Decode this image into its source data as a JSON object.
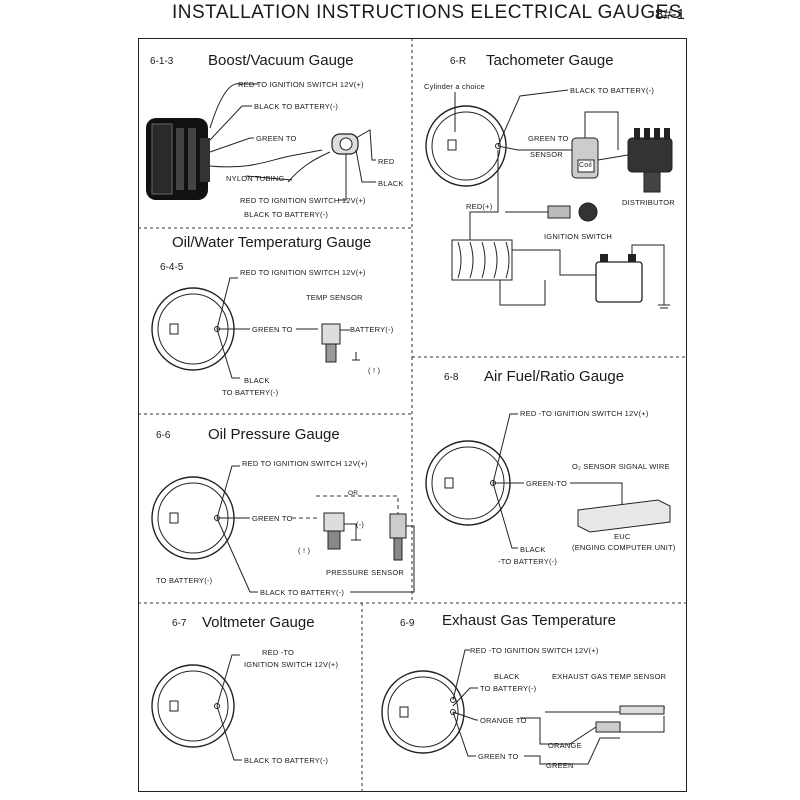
{
  "header": {
    "title": "INSTALLATION INSTRUCTIONS ELECTRICAL GAUGES",
    "page": "8#-1"
  },
  "panels": {
    "boost": {
      "code": "6-1-3",
      "title": "Boost/Vacuum Gauge",
      "labels": {
        "red_ign": "RED   TO IGNITION SWITCH 12V(+)",
        "black_bat": "BLACK   TO BATTERY(-)",
        "green_to": "GREEN TO",
        "red": "RED",
        "black": "BLACK",
        "nylon": "NYLON TUBING",
        "red_ign2": "RED   TO IGNITION SWITCH 12V(+)",
        "black_bat2": "BLACK   TO BATTERY(-)"
      }
    },
    "tach": {
      "code": "6-R",
      "title": "Tachometer Gauge",
      "labels": {
        "cylinder": "Cylinder a choice",
        "black_bat": "BLACK  TO BATTERY(-)",
        "green_to": "GREEN TO",
        "sensor": "SENSOR",
        "coil": "Coil",
        "distributor": "DISTRIBUTOR",
        "red_plus": "RED(+)",
        "ign_switch": "IGNITION SWITCH"
      }
    },
    "oilwater": {
      "code": "6-4-5",
      "title": "Oil/Water Temperaturg Gauge",
      "labels": {
        "red_ign": "RED TO IGNITION SWITCH 12V(+)",
        "temp_sensor": "TEMP SENSOR",
        "green_to": "GREEN TO",
        "battery": "BATTERY(-)",
        "black": "BLACK",
        "to_battery": "TO BATTERY(-)",
        "paren": "( ! )"
      }
    },
    "airfuel": {
      "code": "6-8",
      "title": "Air Fuel/Ratio Gauge",
      "labels": {
        "red_ign": "RED  -TO IGNITION SWITCH 12V(+)",
        "o2": "O₂  SENSOR SIGNAL WIRE",
        "green_to": "GREEN-TO",
        "black": "BLACK",
        "to_battery": "-TO BATTERY(-)",
        "euc": "EUC",
        "euc_full": "(ENGING COMPUTER UNIT)"
      }
    },
    "oilpress": {
      "code": "6-6",
      "title": "Oil Pressure Gauge",
      "labels": {
        "red_ign": "RED TO IGNITION SWITCH 12V(+)",
        "green_to": "GREEN TO",
        "or": "OR",
        "minus": "(-)",
        "paren": "( ! )",
        "pressure_sensor": "PRESSURE SENSOR",
        "to_battery": "TO BATTERY(-)",
        "black_bat": "BLACK TO BATTERY(-)"
      }
    },
    "volt": {
      "code": "6-7",
      "title": "Voltmeter Gauge",
      "labels": {
        "red_to": "RED -TO",
        "ign": "IGNITION SWITCH 12V(+)",
        "black_bat": "BLACK  TO BATTERY(-)"
      }
    },
    "egt": {
      "code": "6-9",
      "title": "Exhaust Gas Temperature",
      "labels": {
        "red_ign": "RED -TO IGNITION SWITCH 12V(+)",
        "black": "BLACK",
        "to_battery": "TO BATTERY(-)",
        "egt_sensor": "EXHAUST GAS TEMP SENSOR",
        "orange_to": "ORANGE TO",
        "orange": "ORANGE",
        "green_to": "GREEN TO",
        "green": "GREEN"
      }
    }
  }
}
